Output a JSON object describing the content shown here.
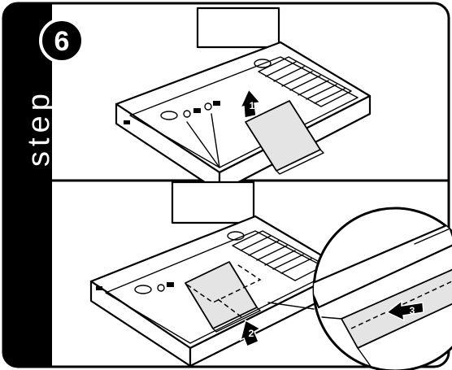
{
  "step": {
    "word": "step",
    "number": "6"
  },
  "arrows": [
    {
      "label": "1"
    },
    {
      "label": "2"
    },
    {
      "label": "3"
    }
  ],
  "colors": {
    "ink": "#000000",
    "paper": "#ffffff",
    "panel_shade": "#e4e4e4"
  }
}
